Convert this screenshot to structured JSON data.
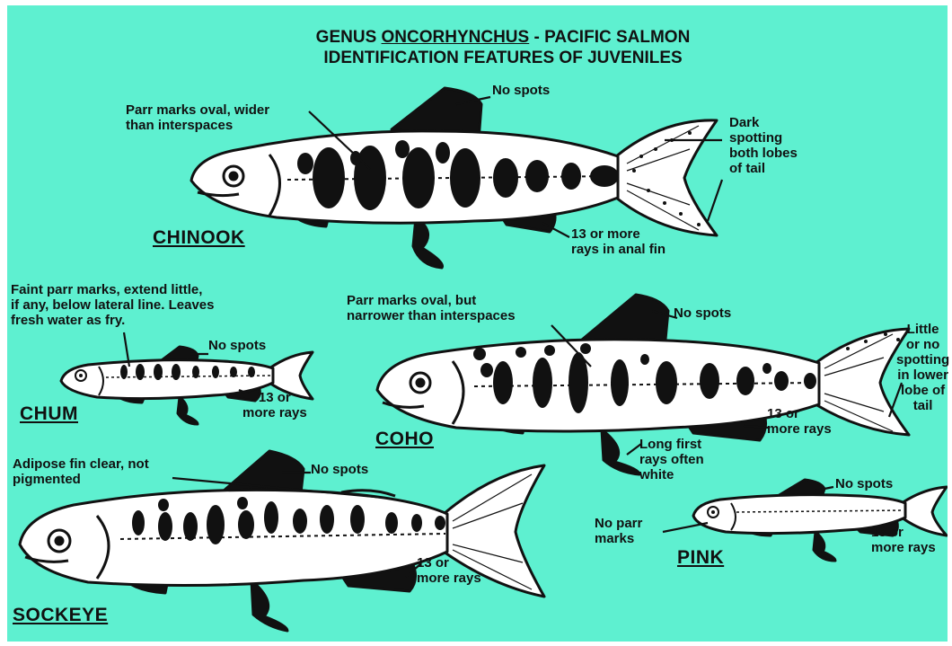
{
  "title": {
    "line1_prefix": "GENUS ",
    "line1_genus": "ONCORHYNCHUS",
    "line1_suffix": " - PACIFIC SALMON",
    "line2": "IDENTIFICATION FEATURES OF JUVENILES"
  },
  "species": [
    {
      "name": "CHINOOK",
      "labels": [
        "No spots",
        "Parr marks oval, wider\nthan interspaces",
        "Dark\nspotting\nboth lobes\nof tail",
        "13 or more\nrays in anal fin"
      ]
    },
    {
      "name": "CHUM",
      "labels": [
        "Faint parr marks, extend little,\nif any, below lateral line. Leaves\nfresh water as fry.",
        "No spots",
        "13 or\nmore rays"
      ]
    },
    {
      "name": "COHO",
      "labels": [
        "Parr marks oval, but\nnarrower than interspaces",
        "No spots",
        "Little\nor no\nspotting\nin lower\nlobe of\ntail",
        "13 or\nmore rays",
        "Long first\nrays often\nwhite"
      ]
    },
    {
      "name": "SOCKEYE",
      "labels": [
        "Adipose fin clear, not\npigmented",
        "No spots",
        "13 or\nmore rays"
      ]
    },
    {
      "name": "PINK",
      "labels": [
        "No spots",
        "No parr\nmarks",
        "13 or\nmore rays"
      ]
    }
  ],
  "colors": {
    "background": "#5ef0d0",
    "ink": "#111111",
    "fish_body": "#ffffff"
  }
}
